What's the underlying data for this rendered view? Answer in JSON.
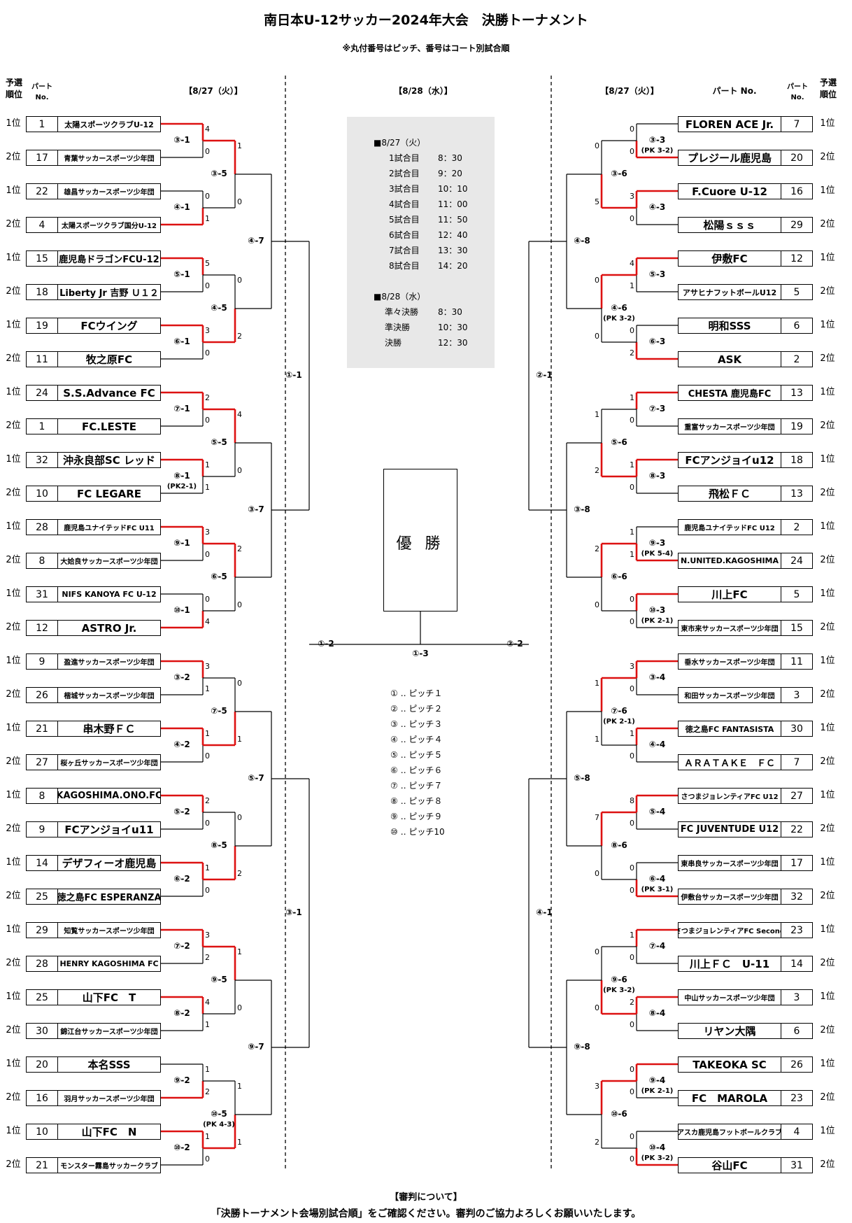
{
  "title": "南日本U-12サッカー2024年大会　決勝トーナメント",
  "subtitle": "※丸付番号はピッチ、番号はコート別試合順",
  "header": {
    "left_rank": [
      "予選",
      "順位"
    ],
    "left_part": [
      "パート",
      "No."
    ],
    "left_date": "【8/27（火）】",
    "center_date": "【8/28（水）】",
    "right_date": "【8/27（火）】",
    "right_part": "パート No.",
    "right_part_no": [
      "パート",
      "No."
    ],
    "right_rank": [
      "予選",
      "順位"
    ]
  },
  "schedule": {
    "day1_title": "■8/27（火）",
    "day1": [
      {
        "label": "1試合目",
        "time": "8：30"
      },
      {
        "label": "2試合目",
        "time": "9：20"
      },
      {
        "label": "3試合目",
        "time": "10：10"
      },
      {
        "label": "4試合目",
        "time": "11：00"
      },
      {
        "label": "5試合目",
        "time": "11：50"
      },
      {
        "label": "6試合目",
        "time": "12：40"
      },
      {
        "label": "7試合目",
        "time": "13：30"
      },
      {
        "label": "8試合目",
        "time": "14：20"
      }
    ],
    "day2_title": "■8/28（水）",
    "day2": [
      {
        "label": "準々決勝",
        "time": "8：30"
      },
      {
        "label": "準決勝",
        "time": "10：30"
      },
      {
        "label": "決勝",
        "time": "12：30"
      }
    ]
  },
  "winner_label": "優 勝",
  "final_match": "①-3",
  "semi_left": "①-2",
  "semi_right": "②-2",
  "pitches": [
    "① ‥ ピッチ１",
    "② ‥ ピッチ２",
    "③ ‥ ピッチ３",
    "④ ‥ ピッチ４",
    "⑤ ‥ ピッチ５",
    "⑥ ‥ ピッチ６",
    "⑦ ‥ ピッチ７",
    "⑧ ‥ ピッチ８",
    "⑨ ‥ ピッチ９",
    "⑩ ‥ ピッチ10"
  ],
  "left_teams": [
    {
      "rank": "1位",
      "no": "1",
      "name": "太陽スポーツクラブU-12",
      "size": "sz-s"
    },
    {
      "rank": "2位",
      "no": "17",
      "name": "青葉サッカースポーツ少年団",
      "size": "sz-xs"
    },
    {
      "rank": "1位",
      "no": "22",
      "name": "雄昌サッカースポーツ少年団",
      "size": "sz-xs"
    },
    {
      "rank": "2位",
      "no": "4",
      "name": "太陽スポーツクラブ国分U-12",
      "size": "sz-xs"
    },
    {
      "rank": "1位",
      "no": "15",
      "name": "鹿児島ドラゴンFCU-12",
      "size": "sz-m"
    },
    {
      "rank": "2位",
      "no": "18",
      "name": "Liberty Jr 吉野 Ｕ１２",
      "size": "sz-m"
    },
    {
      "rank": "1位",
      "no": "19",
      "name": "FCウイング",
      "size": "sz-l"
    },
    {
      "rank": "2位",
      "no": "11",
      "name": "牧之原FC",
      "size": "sz-l"
    },
    {
      "rank": "1位",
      "no": "24",
      "name": "S.S.Advance FC",
      "size": "sz-l"
    },
    {
      "rank": "2位",
      "no": "1",
      "name": "FC.LESTE",
      "size": "sz-l"
    },
    {
      "rank": "1位",
      "no": "32",
      "name": "沖永良部SC レッド",
      "size": "sz-l"
    },
    {
      "rank": "2位",
      "no": "10",
      "name": "FC LEGARE",
      "size": "sz-l"
    },
    {
      "rank": "1位",
      "no": "28",
      "name": "鹿児島ユナイテッドFC U11",
      "size": "sz-xs"
    },
    {
      "rank": "2位",
      "no": "8",
      "name": "大姶良サッカースポーツ少年団",
      "size": "sz-xs"
    },
    {
      "rank": "1位",
      "no": "31",
      "name": "NIFS KANOYA FC U-12",
      "size": "sz-s"
    },
    {
      "rank": "2位",
      "no": "12",
      "name": "ASTRO Jr.",
      "size": "sz-l"
    },
    {
      "rank": "1位",
      "no": "9",
      "name": "盈進サッカースポーツ少年団",
      "size": "sz-xs"
    },
    {
      "rank": "2位",
      "no": "26",
      "name": "楷城サッカースポーツ少年団",
      "size": "sz-xs"
    },
    {
      "rank": "1位",
      "no": "21",
      "name": "串木野ＦＣ",
      "size": "sz-l"
    },
    {
      "rank": "2位",
      "no": "27",
      "name": "桜ヶ丘サッカースポーツ少年団",
      "size": "sz-xs"
    },
    {
      "rank": "1位",
      "no": "8",
      "name": "KAGOSHIMA.ONO.FC",
      "size": "sz-m"
    },
    {
      "rank": "2位",
      "no": "9",
      "name": "FCアンジョイu11",
      "size": "sz-l"
    },
    {
      "rank": "1位",
      "no": "14",
      "name": "デザフィーオ鹿児島",
      "size": "sz-l"
    },
    {
      "rank": "2位",
      "no": "25",
      "name": "徳之島FC ESPERANZA",
      "size": "sz-m"
    },
    {
      "rank": "1位",
      "no": "29",
      "name": "知覧サッカースポーツ少年団",
      "size": "sz-xs"
    },
    {
      "rank": "2位",
      "no": "28",
      "name": "HENRY KAGOSHIMA FC",
      "size": "sz-s"
    },
    {
      "rank": "1位",
      "no": "25",
      "name": "山下FC　T",
      "size": "sz-l"
    },
    {
      "rank": "2位",
      "no": "30",
      "name": "錦江台サッカースポーツ少年団",
      "size": "sz-xs"
    },
    {
      "rank": "1位",
      "no": "20",
      "name": "本名SSS",
      "size": "sz-l"
    },
    {
      "rank": "2位",
      "no": "16",
      "name": "羽月サッカースポーツ少年団",
      "size": "sz-xs"
    },
    {
      "rank": "1位",
      "no": "10",
      "name": "山下FC　N",
      "size": "sz-l"
    },
    {
      "rank": "2位",
      "no": "21",
      "name": "モンスター霧島サッカークラブ",
      "size": "sz-xs"
    }
  ],
  "right_teams": [
    {
      "rank": "1位",
      "no": "7",
      "name": "FLOREN ACE Jr.",
      "size": "sz-l"
    },
    {
      "rank": "2位",
      "no": "20",
      "name": "プレジール鹿児島",
      "size": "sz-l"
    },
    {
      "rank": "1位",
      "no": "16",
      "name": "F.Cuore U-12",
      "size": "sz-l"
    },
    {
      "rank": "2位",
      "no": "29",
      "name": "松陽ｓｓｓ",
      "size": "sz-l"
    },
    {
      "rank": "1位",
      "no": "12",
      "name": "伊敷FC",
      "size": "sz-l"
    },
    {
      "rank": "2位",
      "no": "5",
      "name": "アサヒナフットボールU12",
      "size": "sz-s"
    },
    {
      "rank": "1位",
      "no": "6",
      "name": "明和SSS",
      "size": "sz-l"
    },
    {
      "rank": "2位",
      "no": "2",
      "name": "ASK",
      "size": "sz-l"
    },
    {
      "rank": "1位",
      "no": "13",
      "name": "CHESTA 鹿児島FC",
      "size": "sz-m"
    },
    {
      "rank": "2位",
      "no": "19",
      "name": "重富サッカースポーツ少年団",
      "size": "sz-xs"
    },
    {
      "rank": "1位",
      "no": "18",
      "name": "FCアンジョイu12",
      "size": "sz-l"
    },
    {
      "rank": "2位",
      "no": "13",
      "name": "飛松ＦＣ",
      "size": "sz-l"
    },
    {
      "rank": "1位",
      "no": "2",
      "name": "鹿児島ユナイテッドFC U12",
      "size": "sz-xs"
    },
    {
      "rank": "2位",
      "no": "24",
      "name": "N.UNITED.KAGOSHIMA",
      "size": "sz-s"
    },
    {
      "rank": "1位",
      "no": "5",
      "name": "川上FC",
      "size": "sz-l"
    },
    {
      "rank": "2位",
      "no": "15",
      "name": "東市来サッカースポーツ少年団",
      "size": "sz-xs"
    },
    {
      "rank": "1位",
      "no": "11",
      "name": "垂水サッカースポーツ少年団",
      "size": "sz-xs"
    },
    {
      "rank": "2位",
      "no": "3",
      "name": "和田サッカースポーツ少年団",
      "size": "sz-xs"
    },
    {
      "rank": "1位",
      "no": "30",
      "name": "徳之島FC FANTASISTA",
      "size": "sz-s"
    },
    {
      "rank": "2位",
      "no": "7",
      "name": "ＡＲＡＴＡＫＥ　ＦＣ",
      "size": "sz-m"
    },
    {
      "rank": "1位",
      "no": "27",
      "name": "さつまジョレンティアFC U12",
      "size": "sz-xs"
    },
    {
      "rank": "2位",
      "no": "22",
      "name": "FC JUVENTUDE U12",
      "size": "sz-m"
    },
    {
      "rank": "1位",
      "no": "17",
      "name": "東串良サッカースポーツ少年団",
      "size": "sz-xs"
    },
    {
      "rank": "2位",
      "no": "32",
      "name": "伊敷台サッカースポーツ少年団",
      "size": "sz-xs"
    },
    {
      "rank": "1位",
      "no": "23",
      "name": "さつまジョレンティアFC Second",
      "size": "sz-xs"
    },
    {
      "rank": "2位",
      "no": "14",
      "name": "川上ＦＣ　U-11",
      "size": "sz-l"
    },
    {
      "rank": "1位",
      "no": "3",
      "name": "中山サッカースポーツ少年団",
      "size": "sz-xs"
    },
    {
      "rank": "2位",
      "no": "6",
      "name": "リヤン大隅",
      "size": "sz-l"
    },
    {
      "rank": "1位",
      "no": "26",
      "name": "TAKEOKA SC",
      "size": "sz-l"
    },
    {
      "rank": "2位",
      "no": "23",
      "name": "FC　MAROLA",
      "size": "sz-l"
    },
    {
      "rank": "1位",
      "no": "4",
      "name": "アスカ鹿児島フットボールクラブ",
      "size": "sz-xs"
    },
    {
      "rank": "2位",
      "no": "31",
      "name": "谷山FC",
      "size": "sz-l"
    }
  ],
  "left_r1": [
    {
      "label": "③-1",
      "pk": "",
      "scores": [
        "4",
        "0"
      ],
      "win": 0
    },
    {
      "label": "④-1",
      "pk": "",
      "scores": [
        "0",
        "1"
      ],
      "win": 1
    },
    {
      "label": "⑤-1",
      "pk": "",
      "scores": [
        "5",
        "0"
      ],
      "win": 0
    },
    {
      "label": "⑥-1",
      "pk": "",
      "scores": [
        "3",
        "0"
      ],
      "win": 0
    },
    {
      "label": "⑦-1",
      "pk": "",
      "scores": [
        "2",
        "0"
      ],
      "win": 0
    },
    {
      "label": "⑧-1",
      "pk": "(PK2-1)",
      "scores": [
        "1",
        "1"
      ],
      "win": 0
    },
    {
      "label": "⑨-1",
      "pk": "",
      "scores": [
        "3",
        "0"
      ],
      "win": 0
    },
    {
      "label": "⑩-1",
      "pk": "",
      "scores": [
        "0",
        "4"
      ],
      "win": 1
    },
    {
      "label": "③-2",
      "pk": "",
      "scores": [
        "3",
        "1"
      ],
      "win": 0
    },
    {
      "label": "④-2",
      "pk": "",
      "scores": [
        "1",
        "0"
      ],
      "win": 0
    },
    {
      "label": "⑤-2",
      "pk": "",
      "scores": [
        "2",
        "0"
      ],
      "win": 0
    },
    {
      "label": "⑥-2",
      "pk": "",
      "scores": [
        "1",
        "0"
      ],
      "win": 0
    },
    {
      "label": "⑦-2",
      "pk": "",
      "scores": [
        "3",
        "2"
      ],
      "win": 0
    },
    {
      "label": "⑧-2",
      "pk": "",
      "scores": [
        "4",
        "1"
      ],
      "win": 0
    },
    {
      "label": "⑨-2",
      "pk": "",
      "scores": [
        "1",
        "2"
      ],
      "win": 1
    },
    {
      "label": "⑩-2",
      "pk": "",
      "scores": [
        "1",
        "0"
      ],
      "win": 0
    }
  ],
  "left_r2": [
    {
      "label": "③-5",
      "pk": "",
      "scores": [
        "1",
        "0"
      ],
      "win": 0
    },
    {
      "label": "④-5",
      "pk": "",
      "scores": [
        "0",
        "2"
      ],
      "win": 1
    },
    {
      "label": "⑤-5",
      "pk": "",
      "scores": [
        "4",
        "0"
      ],
      "win": 0
    },
    {
      "label": "⑥-5",
      "pk": "",
      "scores": [
        "2",
        "0"
      ],
      "win": 0
    },
    {
      "label": "⑦-5",
      "pk": "",
      "scores": [
        "0",
        "1"
      ],
      "win": 1
    },
    {
      "label": "⑧-5",
      "pk": "",
      "scores": [
        "0",
        "2"
      ],
      "win": 1
    },
    {
      "label": "⑨-5",
      "pk": "",
      "scores": [
        "1",
        "0"
      ],
      "win": 0
    },
    {
      "label": "⑩-5",
      "pk": "(PK 4-3)",
      "scores": [
        "1",
        "1"
      ],
      "win": 1
    }
  ],
  "left_r3": [
    "④-7",
    "③-7",
    "⑤-7",
    "⑨-7"
  ],
  "left_r4": [
    "①-1",
    "③-1"
  ],
  "right_r1": [
    {
      "label": "③-3",
      "pk": "(PK 3-2)",
      "scores": [
        "0",
        "0"
      ],
      "win": 1
    },
    {
      "label": "④-3",
      "pk": "",
      "scores": [
        "3",
        "0"
      ],
      "win": 0
    },
    {
      "label": "⑤-3",
      "pk": "",
      "scores": [
        "4",
        "1"
      ],
      "win": 0
    },
    {
      "label": "⑥-3",
      "pk": "",
      "scores": [
        "0",
        "2"
      ],
      "win": 1
    },
    {
      "label": "⑦-3",
      "pk": "",
      "scores": [
        "1",
        "0"
      ],
      "win": 0
    },
    {
      "label": "⑧-3",
      "pk": "",
      "scores": [
        "1",
        "0"
      ],
      "win": 0
    },
    {
      "label": "⑨-3",
      "pk": "(PK 5-4)",
      "scores": [
        "1",
        "1"
      ],
      "win": 1
    },
    {
      "label": "⑩-3",
      "pk": "(PK 2-1)",
      "scores": [
        "0",
        "0"
      ],
      "win": 0
    },
    {
      "label": "③-4",
      "pk": "",
      "scores": [
        "3",
        "0"
      ],
      "win": 0
    },
    {
      "label": "④-4",
      "pk": "",
      "scores": [
        "1",
        "0"
      ],
      "win": 0
    },
    {
      "label": "⑤-4",
      "pk": "",
      "scores": [
        "8",
        "0"
      ],
      "win": 0
    },
    {
      "label": "⑥-4",
      "pk": "(PK 3-1)",
      "scores": [
        "0",
        "0"
      ],
      "win": 1
    },
    {
      "label": "⑦-4",
      "pk": "",
      "scores": [
        "1",
        "0"
      ],
      "win": 0
    },
    {
      "label": "⑧-4",
      "pk": "",
      "scores": [
        "2",
        "0"
      ],
      "win": 0
    },
    {
      "label": "⑨-4",
      "pk": "(PK 2-1)",
      "scores": [
        "0",
        "0"
      ],
      "win": 0
    },
    {
      "label": "⑩-4",
      "pk": "(PK 3-2)",
      "scores": [
        "0",
        "0"
      ],
      "win": 1
    }
  ],
  "right_r2": [
    {
      "label": "③-6",
      "pk": "",
      "scores": [
        "0",
        "5"
      ],
      "win": 1
    },
    {
      "label": "④-6",
      "pk": "(PK 3-2)",
      "scores": [
        "0",
        "0"
      ],
      "win": 0
    },
    {
      "label": "⑤-6",
      "pk": "",
      "scores": [
        "1",
        "2"
      ],
      "win": 1
    },
    {
      "label": "⑥-6",
      "pk": "",
      "scores": [
        "2",
        "0"
      ],
      "win": 0
    },
    {
      "label": "⑦-6",
      "pk": "(PK 2-1)",
      "scores": [
        "1",
        "1"
      ],
      "win": 0
    },
    {
      "label": "⑧-6",
      "pk": "",
      "scores": [
        "7",
        "0"
      ],
      "win": 0
    },
    {
      "label": "⑨-6",
      "pk": "(PK 3-2)",
      "scores": [
        "0",
        "0"
      ],
      "win": 1
    },
    {
      "label": "⑩-6",
      "pk": "",
      "scores": [
        "3",
        "2"
      ],
      "win": 0
    }
  ],
  "right_r3": [
    "④-8",
    "③-8",
    "⑤-8",
    "⑨-8"
  ],
  "right_r4": [
    "②-1",
    "④-1"
  ],
  "footer": {
    "heading": "【審判について】",
    "text": "「決勝トーナメント会場別試合順」をご確認ください。審判のご協力よろしくお願いいたします。"
  },
  "colors": {
    "win_line": "#dd1111",
    "line": "#000000",
    "schedule_bg": "#e8e8e8"
  }
}
